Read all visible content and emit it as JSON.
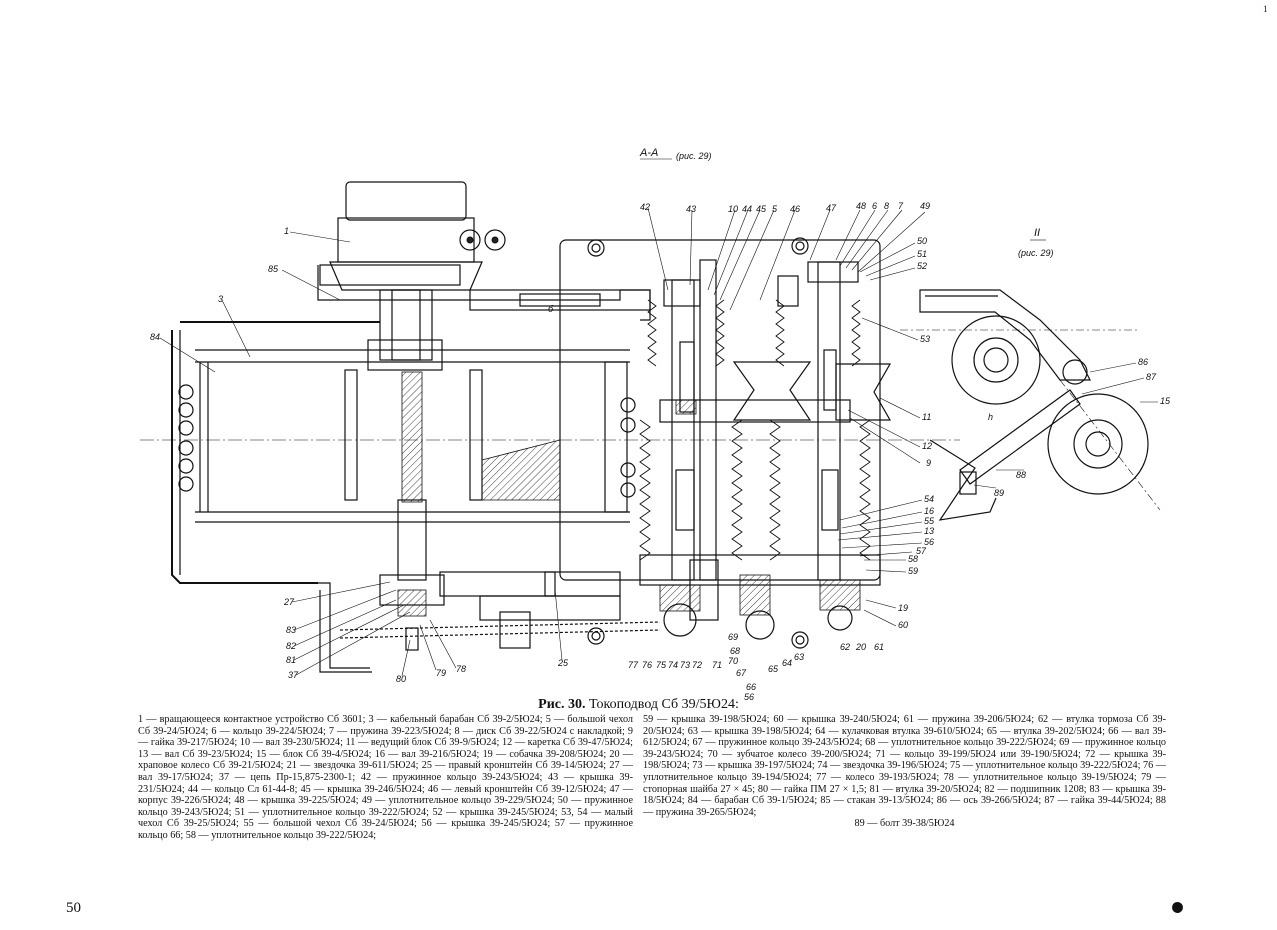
{
  "section": {
    "title": "А-А",
    "reference": "(рис. 29)"
  },
  "view_II": {
    "title": "II",
    "reference": "(рис. 29)"
  },
  "labels": {
    "l1": "1",
    "l3": "3",
    "l85": "85",
    "l84": "84",
    "l27": "27",
    "l83": "83",
    "l82": "82",
    "l81": "81",
    "l37": "37",
    "l80": "80",
    "l79": "79",
    "l78": "78",
    "l25": "25",
    "l77": "77",
    "l76": "76",
    "l75": "75",
    "l74": "74",
    "l73": "73",
    "l72": "72",
    "l71": "71",
    "l70": "70",
    "l69": "69",
    "l68": "68",
    "l67": "67",
    "l66": "66",
    "l65": "65",
    "l64": "64",
    "l63": "63",
    "l62": "62",
    "l20": "20",
    "l61": "61",
    "l60": "60",
    "l19": "19",
    "l42": "42",
    "l43": "43",
    "l10": "10",
    "l44": "44",
    "l45": "45",
    "l5": "5",
    "l46": "46",
    "l47": "47",
    "l48": "48",
    "l6": "6",
    "l8": "8",
    "l7": "7",
    "l49": "49",
    "l50": "50",
    "l51": "51",
    "l52": "52",
    "l53": "53",
    "l11": "11",
    "l12": "12",
    "l9": "9",
    "l54": "54",
    "l16": "16",
    "l55": "55",
    "l13": "13",
    "l56": "56",
    "l57": "57",
    "l58": "58",
    "l59": "59",
    "l86": "86",
    "l87": "87",
    "l15": "15",
    "l88": "88",
    "l89": "89",
    "l_b": "б",
    "l_h": "h"
  },
  "caption": {
    "figure": "Рис. 30.",
    "title": "Токоподвод Сб 39/5Ю24:"
  },
  "legend_left": "1 — вращающееся контактное устройство Сб 3601; 3 — кабельный барабан Сб 39-2/5Ю24; 5 — большой чехол Сб 39-24/5Ю24; 6 — кольцо 39-224/5Ю24; 7 — пружина 39-223/5Ю24; 8 — диск Сб 39-22/5Ю24 с накладкой; 9 — гайка 39-217/5Ю24; 10 — вал 39-230/5Ю24; 11 — ведущий блок Сб 39-9/5Ю24; 12 — каретка Сб 39-47/5Ю24; 13 — вал Сб 39-23/5Ю24; 15 — блок Сб 39-4/5Ю24; 16 — вал 39-216/5Ю24; 19 — собачка 39-208/5Ю24; 20 — храповое колесо Сб 39-21/5Ю24; 21 — звездочка 39-611/5Ю24; 25 — правый кронштейн Сб 39-14/5Ю24; 27 — вал 39-17/5Ю24; 37 — цепь Пр-15,875-2300-1; 42 — пружинное кольцо 39-243/5Ю24; 43 — крышка 39-231/5Ю24; 44 — кольцо Сл 61-44-8; 45 — крышка 39-246/5Ю24; 46 — левый кронштейн Сб 39-12/5Ю24; 47 — корпус 39-226/5Ю24; 48 — крышка 39-225/5Ю24; 49 — уплотнительное кольцо 39-229/5Ю24; 50 — пружинное кольцо 39-243/5Ю24; 51 — уплотнительное кольцо 39-222/5Ю24; 52 — крышка 39-245/5Ю24; 53, 54 — малый чехол Сб 39-25/5Ю24; 55 — большой чехол Сб 39-24/5Ю24; 56 — крышка 39-245/5Ю24; 57 — пружинное кольцо 66; 58 — уплотнительное кольцо 39-222/5Ю24;",
  "legend_right": "59 — крышка 39-198/5Ю24; 60 — крышка 39-240/5Ю24; 61 — пружина 39-206/5Ю24; 62 — втулка тормоза Сб 39-20/5Ю24; 63 — крышка 39-198/5Ю24; 64 — кулачковая втулка 39-610/5Ю24; 65 — втулка 39-202/5Ю24; 66 — вал 39-612/5Ю24; 67 — пружинное кольцо 39-243/5Ю24; 68 — уплотнительное кольцо 39-222/5Ю24; 69 — пружинное кольцо 39-243/5Ю24; 70 — зубчатое колесо 39-200/5Ю24; 71 — кольцо 39-199/5Ю24 или 39-190/5Ю24; 72 — крышка 39-198/5Ю24; 73 — крышка 39-197/5Ю24; 74 — звездочка 39-196/5Ю24; 75 — уплотнительное кольцо 39-222/5Ю24; 76 — уплотнительное кольцо 39-194/5Ю24; 77 — колесо 39-193/5Ю24; 78 — уплотнительное кольцо 39-19/5Ю24; 79 — стопорная шайба 27 × 45; 80 — гайка ПМ 27 × 1,5; 81 — втулка 39-20/5Ю24; 82 — подшипник 1208; 83 — крышка 39-18/5Ю24; 84 — барабан Сб 39-1/5Ю24; 85 — стакан 39-13/5Ю24; 86 — ось 39-266/5Ю24; 87 — гайка 39-44/5Ю24; 88 — пружина 39-265/5Ю24;",
  "legend_right_last": "89 — болт 39-38/5Ю24",
  "page_number": "50",
  "corner_mark": "1"
}
